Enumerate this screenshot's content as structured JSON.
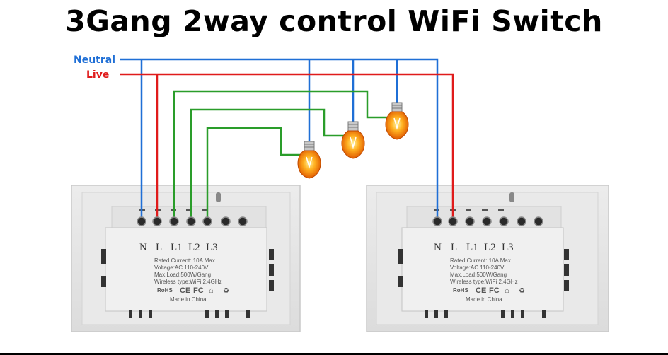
{
  "title": "3Gang 2way control WiFi Switch",
  "wires": {
    "neutral_label": "Neutral",
    "live_label": "Live",
    "neutral_color": "#1f6fd6",
    "live_color": "#e01b1b",
    "load_color": "#2a9d2a"
  },
  "switches": [
    {
      "terminal_labels": [
        "N",
        "L",
        "L1",
        "L2",
        "L3"
      ],
      "spec_lines": [
        "Rated Current: 10A Max",
        "Voltage:AC 110-240V",
        "Max.Load:500W/Gang",
        "Wireless type:WiFi 2.4GHz"
      ],
      "cert_marks": [
        "RoHS",
        "CE",
        "FC",
        "⌂",
        "♻"
      ],
      "made_in": "Made in China"
    },
    {
      "terminal_labels": [
        "N",
        "L",
        "L1",
        "L2",
        "L3"
      ],
      "spec_lines": [
        "Rated Current: 10A Max",
        "Voltage:AC 110-240V",
        "Max.Load:500W/Gang",
        "Wireless type:WiFi 2.4GHz"
      ],
      "cert_marks": [
        "RoHS",
        "CE",
        "FC",
        "⌂",
        "♻"
      ],
      "made_in": "Made in China"
    }
  ],
  "icons": [
    "light-bulb-icon",
    "light-bulb-icon",
    "light-bulb-icon"
  ]
}
